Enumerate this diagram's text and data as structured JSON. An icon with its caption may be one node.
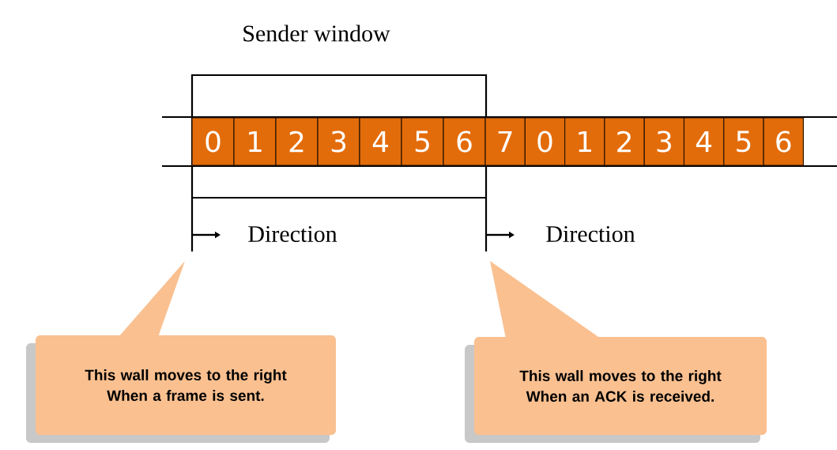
{
  "diagram": {
    "title": "Sender window",
    "nodes": [
      {
        "text": [
          "0"
        ]
      },
      {
        "text": [
          "1"
        ]
      },
      {
        "text": [
          "2"
        ]
      },
      {
        "text": [
          "3"
        ]
      },
      {
        "text": [
          "4"
        ]
      },
      {
        "text": [
          "5"
        ]
      },
      {
        "text": [
          "6"
        ]
      },
      {
        "text": [
          "7"
        ]
      },
      {
        "text": [
          "0"
        ]
      },
      {
        "text": [
          "1"
        ]
      },
      {
        "text": [
          "2"
        ]
      },
      {
        "text": [
          "3"
        ]
      },
      {
        "text": [
          "4"
        ]
      },
      {
        "text": [
          "5"
        ]
      },
      {
        "text": [
          "6"
        ]
      },
      {
        "text": [
          "This wall moves to the right When a frame is sent."
        ]
      },
      {
        "text": [
          "This wall moves to the right When an ACK is received."
        ]
      }
    ],
    "labels": [
      "Direction",
      "Direction"
    ]
  }
}
